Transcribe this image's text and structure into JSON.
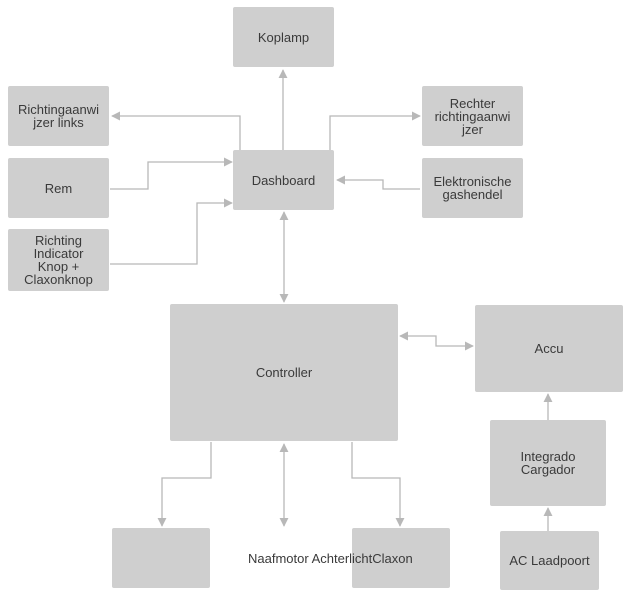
{
  "diagram": {
    "colors": {
      "box_fill": "#cfcfcf",
      "line": "#b8b8b8",
      "text": "#3a3a3a"
    },
    "nodes": {
      "koplamp": "Koplamp",
      "richting_links": "Richtingaanwi\njzer links",
      "rechter_richting": "Rechter\nrichtingaanwi\njzer",
      "dashboard": "Dashboard",
      "rem": "Rem",
      "gashendel": "Elektronische\ngashendel",
      "indicator_knop": "Richting\nIndicator\nKnop +\nClaxonknop",
      "controller": "Controller",
      "accu": "Accu",
      "integrado_cargador": "Integrado\nCargador",
      "ac_laadpoort": "AC Laadpoort",
      "empty_box": "",
      "naafmotor": "Naafmotor AchterlichtClaxon",
      "claxon_box": ""
    }
  }
}
